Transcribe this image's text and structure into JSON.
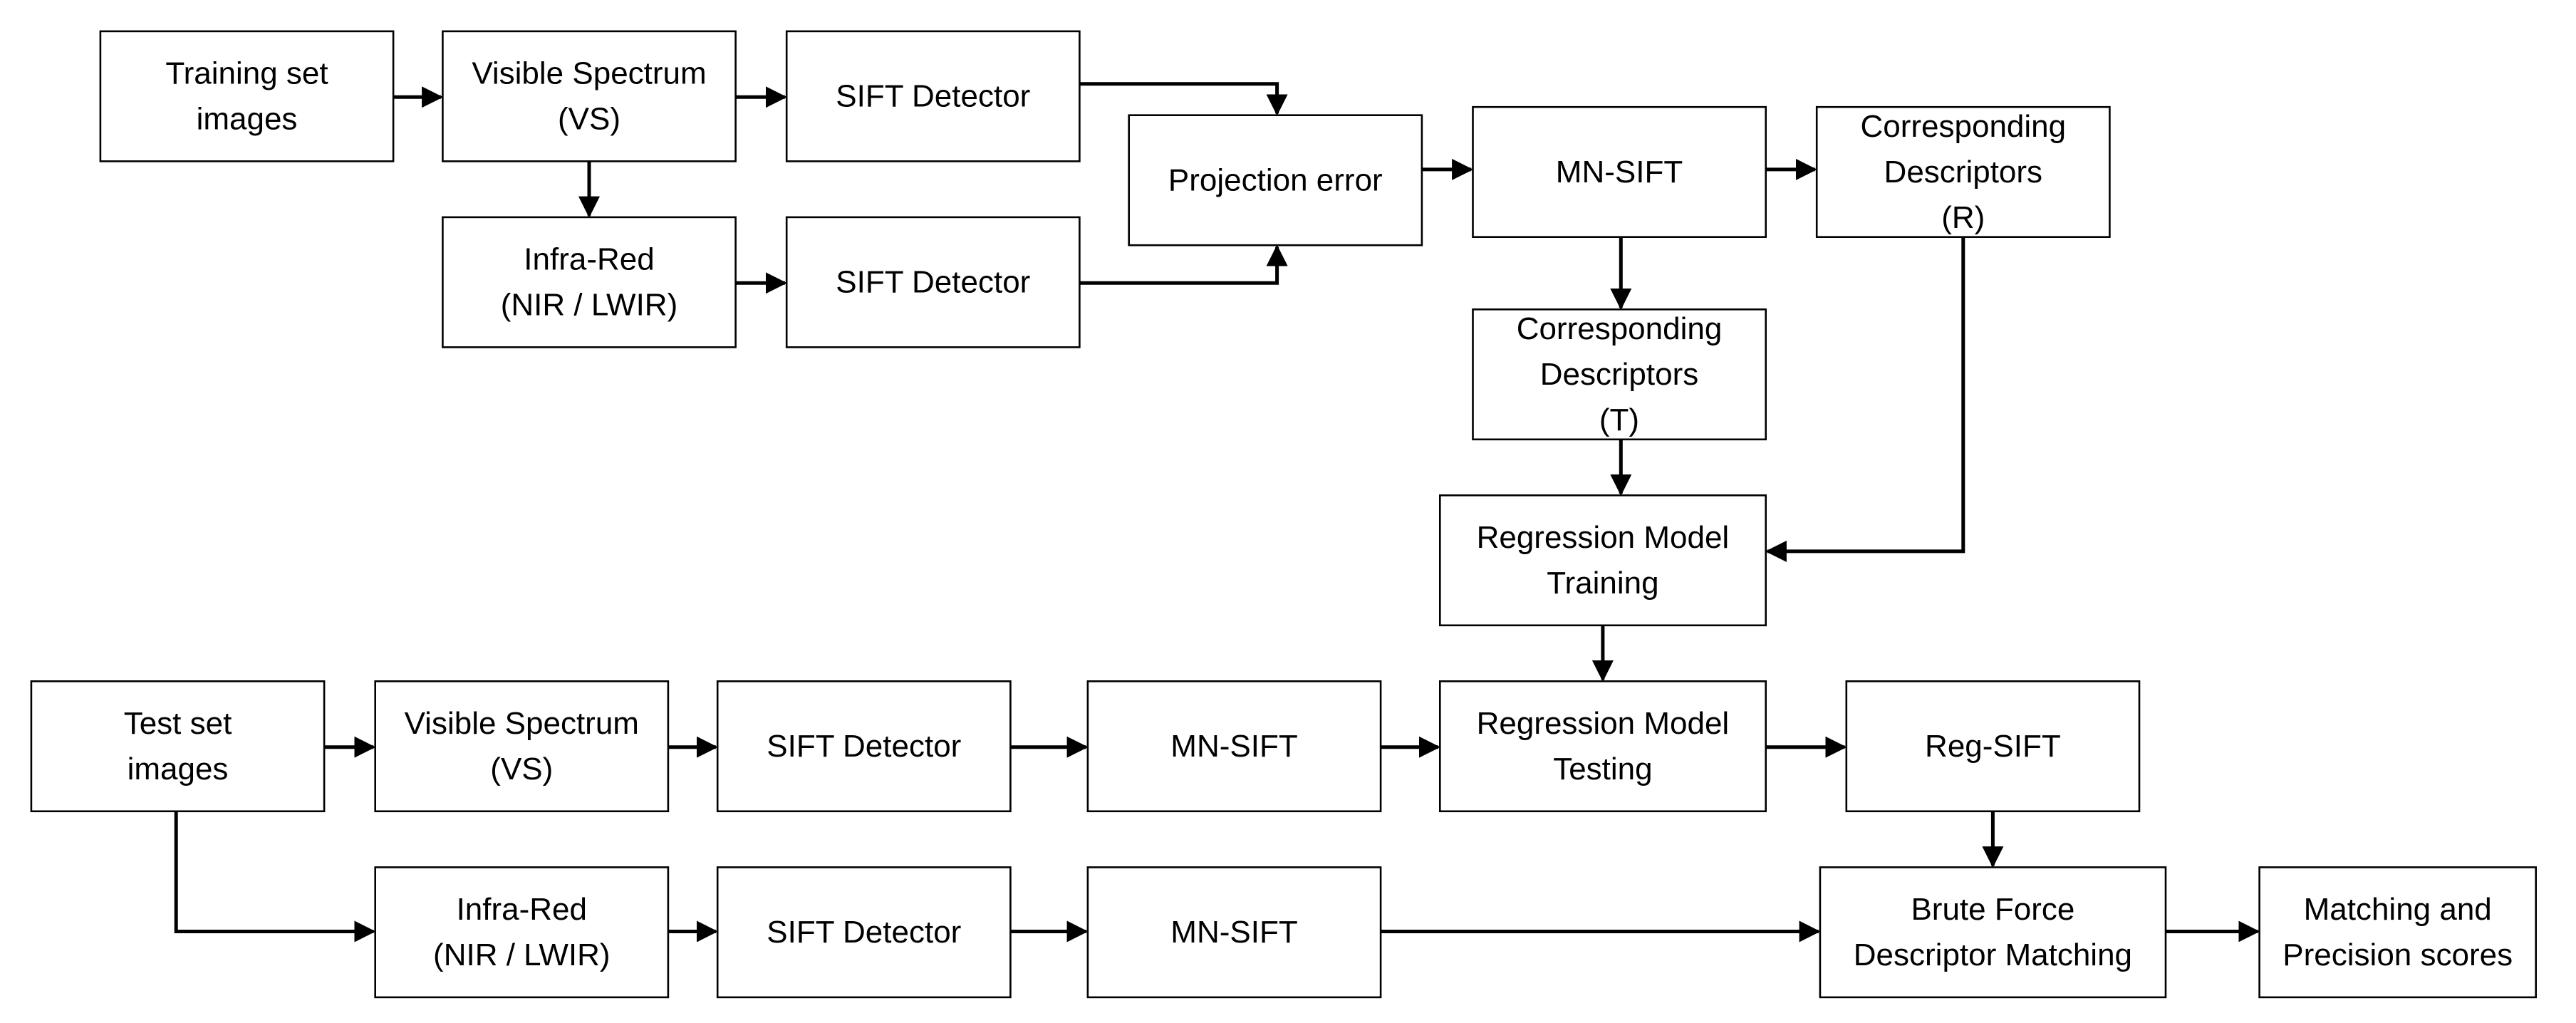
{
  "diagram": {
    "boxes": {
      "training_set_images": [
        "Training set",
        "images"
      ],
      "train_vs": [
        "Visible Spectrum",
        "(VS)"
      ],
      "train_sift_vs": [
        "SIFT Detector"
      ],
      "train_ir": [
        "Infra-Red",
        "(NIR / LWIR)"
      ],
      "train_sift_ir": [
        "SIFT Detector"
      ],
      "projection_error": [
        "Projection error"
      ],
      "train_mn_sift": [
        "MN-SIFT"
      ],
      "desc_r": [
        "Corresponding",
        "Descriptors",
        "(R)"
      ],
      "desc_t": [
        "Corresponding",
        "Descriptors",
        "(T)"
      ],
      "reg_training": [
        "Regression Model",
        "Training"
      ],
      "test_set_images": [
        "Test set",
        "images"
      ],
      "test_vs": [
        "Visible Spectrum",
        "(VS)"
      ],
      "test_sift_vs": [
        "SIFT Detector"
      ],
      "test_mn_sift_vs": [
        "MN-SIFT"
      ],
      "reg_testing": [
        "Regression Model",
        "Testing"
      ],
      "reg_sift": [
        "Reg-SIFT"
      ],
      "test_ir": [
        "Infra-Red",
        "(NIR / LWIR)"
      ],
      "test_sift_ir": [
        "SIFT Detector"
      ],
      "test_mn_sift_ir": [
        "MN-SIFT"
      ],
      "brute_force": [
        "Brute Force",
        "Descriptor Matching"
      ],
      "matching_scores": [
        "Matching and",
        "Precision scores"
      ]
    }
  }
}
